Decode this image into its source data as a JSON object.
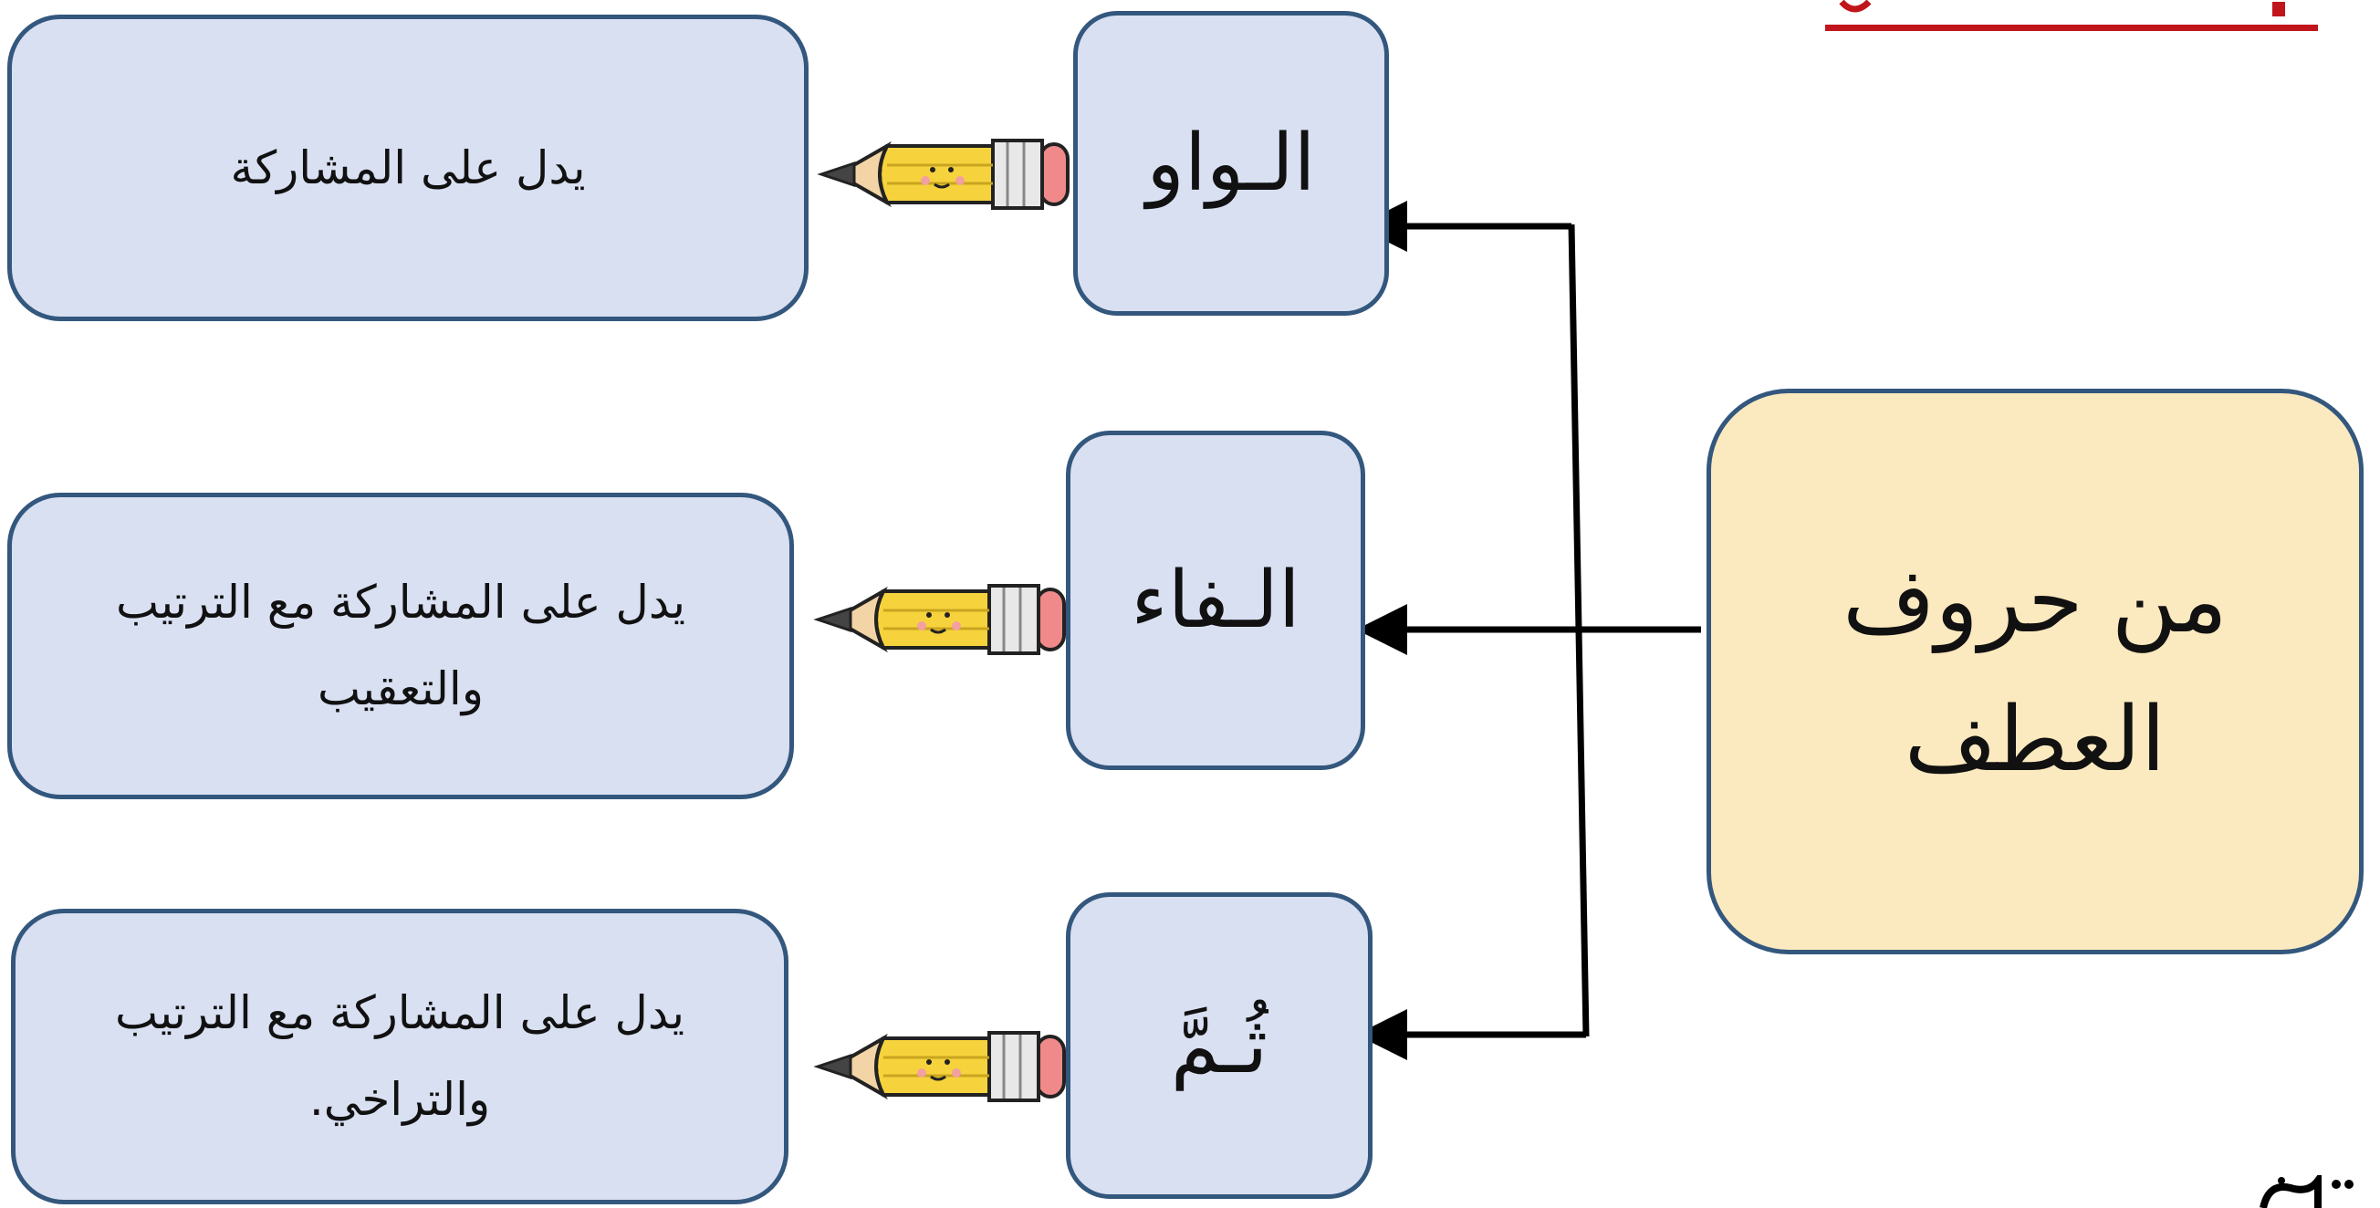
{
  "center": {
    "text": "من حروف العطف"
  },
  "branches": [
    {
      "letter": "الـواو",
      "description": "يدل على المشاركة"
    },
    {
      "letter": "الـفاء",
      "description": "يدل على المشاركة مع الترتيب والتعقيب"
    },
    {
      "letter": "ثُـمَّ",
      "description": "يدل على المشاركة مع الترتيب والتراخي."
    }
  ],
  "colors": {
    "box_border": "#33577d",
    "box_fill": "#d9e0f2",
    "center_fill": "#fbe9bf",
    "arrow": "#000000",
    "title_underline": "#c0151b",
    "pencil_body": "#f6d33c",
    "pencil_eraser": "#f08a8a"
  },
  "icons": [
    "pencil-icon",
    "arrow-head-icon"
  ]
}
